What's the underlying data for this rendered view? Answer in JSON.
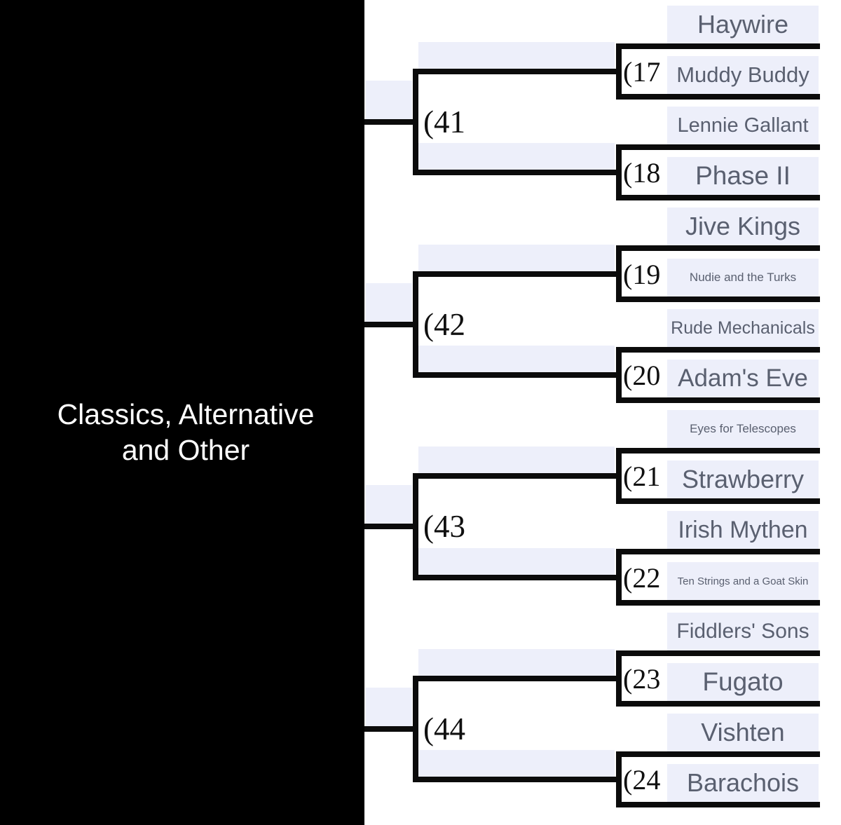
{
  "title": {
    "line1": "Classics, Alternative",
    "line2": "and Other"
  },
  "colors": {
    "panel_bg": "#000000",
    "title_text": "#ffffff",
    "line": "#0b0b0b",
    "slot_bg": "#edeffa",
    "name_text": "#5a6070",
    "number_text": "#101010"
  },
  "bracket": {
    "round1_matches": [
      {
        "number": "(17",
        "teams": [
          {
            "name": "Haywire",
            "size": 36
          },
          {
            "name": "Muddy Buddy",
            "size": 31
          }
        ]
      },
      {
        "number": "(18",
        "teams": [
          {
            "name": "Lennie Gallant",
            "size": 29
          },
          {
            "name": "Phase II",
            "size": 37
          }
        ]
      },
      {
        "number": "(19",
        "teams": [
          {
            "name": "Jive Kings",
            "size": 36
          },
          {
            "name": "Nudie and the Turks",
            "size": 17
          }
        ]
      },
      {
        "number": "(20",
        "teams": [
          {
            "name": "Rude Mechanicals",
            "size": 25
          },
          {
            "name": "Adam's Eve",
            "size": 35
          }
        ]
      },
      {
        "number": "(21",
        "teams": [
          {
            "name": "Eyes for Telescopes",
            "size": 17
          },
          {
            "name": "Strawberry",
            "size": 36
          }
        ]
      },
      {
        "number": "(22",
        "teams": [
          {
            "name": "Irish Mythen",
            "size": 34
          },
          {
            "name": "Ten Strings and a Goat Skin",
            "size": 15
          }
        ]
      },
      {
        "number": "(23",
        "teams": [
          {
            "name": "Fiddlers' Sons",
            "size": 30
          },
          {
            "name": "Fugato",
            "size": 37
          }
        ]
      },
      {
        "number": "(24",
        "teams": [
          {
            "name": "Vishten",
            "size": 36
          },
          {
            "name": "Barachois",
            "size": 36
          }
        ]
      }
    ],
    "round2_matches": [
      {
        "number": "(41"
      },
      {
        "number": "(42"
      },
      {
        "number": "(43"
      },
      {
        "number": "(44"
      }
    ]
  }
}
